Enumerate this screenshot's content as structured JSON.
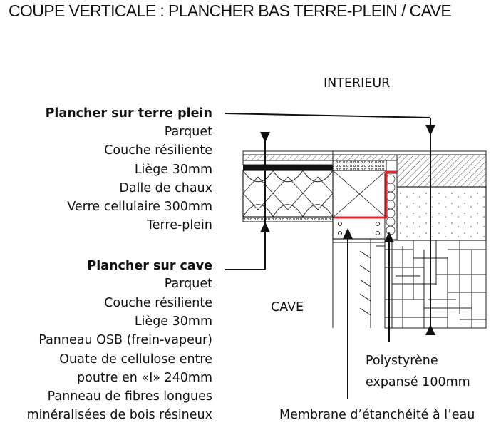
{
  "title": "COUPE VERTICALE : PLANCHER BAS TERRE-PLEIN / CAVE",
  "zones": {
    "interieur": "INTERIEUR",
    "cave": "CAVE"
  },
  "terre_plein": {
    "heading": "Plancher sur terre plein",
    "layers": [
      "Parquet",
      "Couche résiliente",
      "Liège 30mm",
      "Dalle de chaux",
      "Verre cellulaire 300mm",
      "Terre-plein"
    ]
  },
  "cave_floor": {
    "heading": "Plancher sur cave",
    "layers": [
      "Parquet",
      "Couche résiliente",
      "Liège 30mm",
      "Panneau OSB (frein-vapeur)",
      "Ouate de cellulose  entre",
      "poutre en «I» 240mm",
      "Panneau de fibres  longues",
      "minéralisées de bois résineux"
    ]
  },
  "annotations": {
    "polystyrene_1": "Polystyrène",
    "polystyrene_2": "expansé  100mm",
    "membrane": "Membrane d’étanchéité à l’eau"
  },
  "colors": {
    "membrane": "#e8232a",
    "ink": "#111111"
  }
}
